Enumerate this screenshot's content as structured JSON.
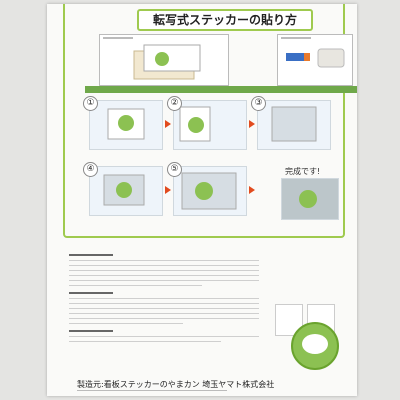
{
  "header": {
    "title": "転写式ステッカーの貼り方"
  },
  "steps": [
    {
      "number": "①"
    },
    {
      "number": "②"
    },
    {
      "number": "③"
    },
    {
      "number": "④"
    },
    {
      "number": "⑤"
    }
  ],
  "result_label": "完成です!",
  "footer": {
    "company": "製造元:看板ステッカーのやまカン 埼玉ヤマト株式会社"
  },
  "colors": {
    "frame_green": "#9fca4f",
    "arrow_red": "#e24b1e",
    "mascot_green": "#8cc152"
  }
}
